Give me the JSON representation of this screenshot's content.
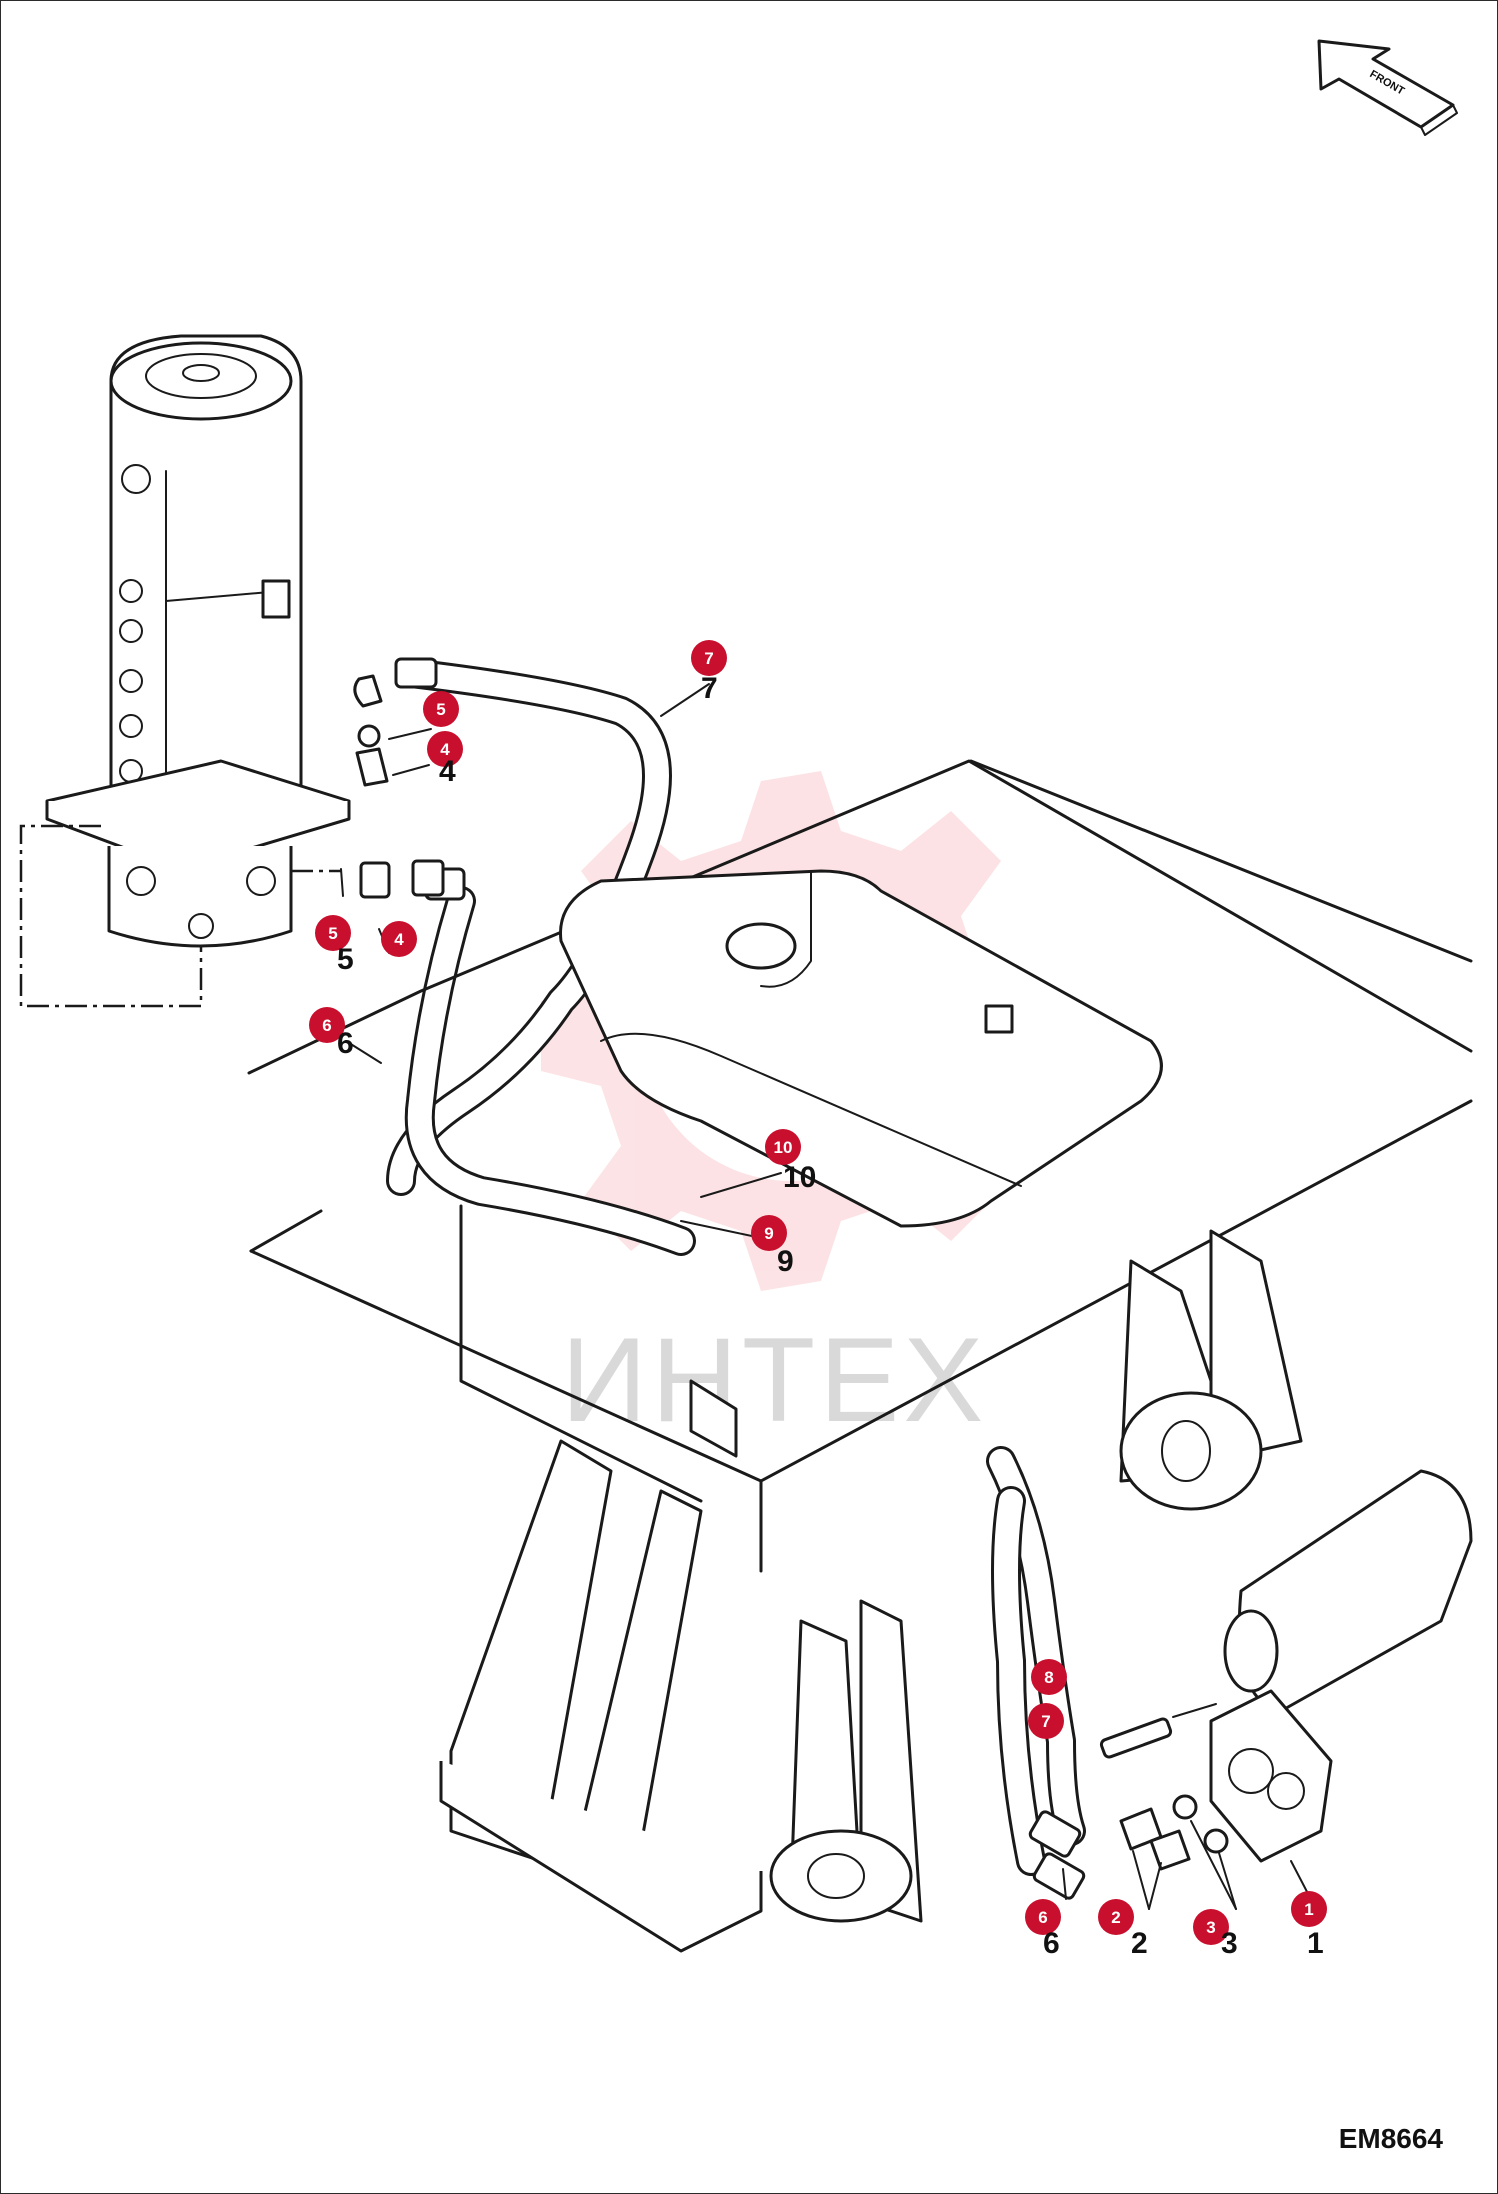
{
  "watermark": {
    "text": "ИНТЕХ",
    "color": "#e8182c"
  },
  "orientation": {
    "label": "FRONT"
  },
  "drawing_code": "EM8664",
  "callout_color": "#c8102e",
  "callouts": [
    {
      "id": "c7-top",
      "label": "7",
      "number": "7"
    },
    {
      "id": "c5-top",
      "label": "5",
      "number": ""
    },
    {
      "id": "c4-top",
      "label": "4",
      "number": "4"
    },
    {
      "id": "c5-mid",
      "label": "5",
      "number": "5"
    },
    {
      "id": "c4-mid",
      "label": "4",
      "number": ""
    },
    {
      "id": "c6-mid",
      "label": "6",
      "number": "6"
    },
    {
      "id": "c10",
      "label": "10",
      "number": "10"
    },
    {
      "id": "c9",
      "label": "9",
      "number": "9"
    },
    {
      "id": "c8",
      "label": "8",
      "number": ""
    },
    {
      "id": "c7-low",
      "label": "7",
      "number": ""
    },
    {
      "id": "c6-low",
      "label": "6",
      "number": "6"
    },
    {
      "id": "c2",
      "label": "2",
      "number": "2"
    },
    {
      "id": "c3",
      "label": "3",
      "number": "3"
    },
    {
      "id": "c1",
      "label": "1",
      "number": "1"
    }
  ]
}
